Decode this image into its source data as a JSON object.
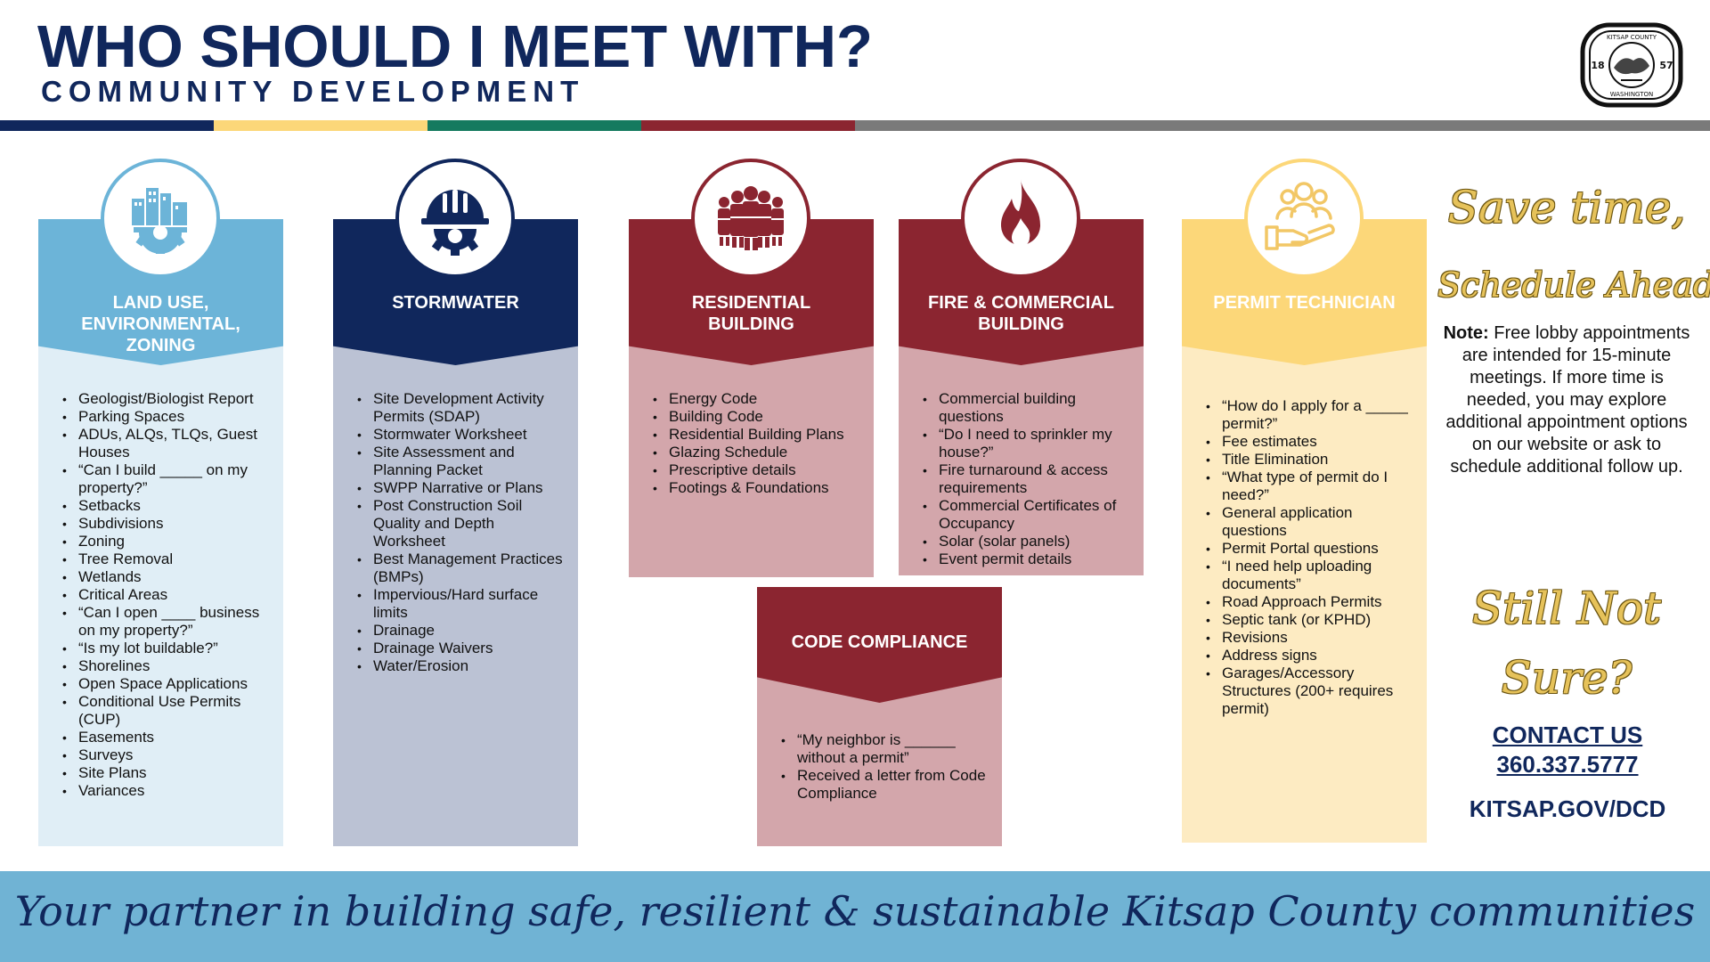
{
  "header": {
    "title": "WHO SHOULD I MEET WITH?",
    "subtitle": "COMMUNITY DEVELOPMENT",
    "seal": {
      "top_text": "KITSAP COUNTY",
      "bottom_text": "WASHINGTON",
      "year_left": "18",
      "year_right": "57"
    }
  },
  "stripe_colors": [
    "#10275c",
    "#fcd779",
    "#157a5f",
    "#8b2530",
    "#7a7a7a"
  ],
  "columns": {
    "land_use": {
      "title": "LAND USE, ENVIRONMENTAL, ZONING",
      "icon": "city-gear-icon",
      "head_color": "#6cb4d8",
      "body_color": "#e0eef6",
      "items": [
        "Geologist/Biologist Report",
        "Parking Spaces",
        "ADUs, ALQs, TLQs, Guest Houses",
        "“Can I build _____ on my property?”",
        "Setbacks",
        "Subdivisions",
        "Zoning",
        "Tree Removal",
        "Wetlands",
        "Critical Areas",
        "“Can I open ____ business on my property?”",
        "“Is my lot buildable?”",
        "Shorelines",
        "Open Space Applications",
        "Conditional Use Permits (CUP)",
        "Easements",
        "Surveys",
        "Site Plans",
        "Variances"
      ]
    },
    "stormwater": {
      "title": "STORMWATER",
      "icon": "hardhat-gear-icon",
      "head_color": "#10275c",
      "body_color": "#bbc2d4",
      "items": [
        "Site Development Activity Permits (SDAP)",
        "Stormwater Worksheet",
        "Site Assessment and Planning Packet",
        "SWPP Narrative or Plans",
        "Post Construction Soil Quality and Depth Worksheet",
        "Best Management Practices (BMPs)",
        "Impervious/Hard surface limits",
        "Drainage",
        "Drainage Waivers",
        "Water/Erosion"
      ]
    },
    "residential": {
      "title": "RESIDENTIAL BUILDING",
      "icon": "construction-workers-icon",
      "head_color": "#8b2530",
      "body_color": "#d3a6ab",
      "items": [
        "Energy Code",
        "Building Code",
        "Residential Building Plans",
        "Glazing Schedule",
        "Prescriptive details",
        "Footings & Foundations"
      ]
    },
    "fire": {
      "title": "FIRE & COMMERCIAL BUILDING",
      "icon": "flame-icon",
      "head_color": "#8b2530",
      "body_color": "#d3a6ab",
      "items": [
        "Commercial building questions",
        "“Do I need to sprinkler my house?”",
        "Fire turnaround & access requirements",
        "Commercial Certificates of Occupancy",
        "Solar (solar panels)",
        "Event permit details"
      ]
    },
    "code": {
      "title": "CODE COMPLIANCE",
      "head_color": "#8b2530",
      "body_color": "#d3a6ab",
      "items": [
        "“My neighbor is ______ without a permit”",
        "Received a letter from Code Compliance"
      ]
    },
    "permit_tech": {
      "title": "PERMIT TECHNICIAN",
      "icon": "people-hand-icon",
      "head_color": "#fcd779",
      "body_color": "#fdebc2",
      "items": [
        "“How do I apply for a _____ permit?”",
        "Fee estimates",
        "Title Elimination",
        "“What type of permit do I need?”",
        "General application questions",
        "Permit Portal questions",
        "“I need help uploading documents”",
        "Road Approach Permits",
        "Septic tank (or KPHD)",
        "Revisions",
        "Address signs",
        "Garages/Accessory Structures (200+ requires permit)"
      ]
    }
  },
  "sidebar": {
    "save_line1": "Save time,",
    "save_line2": "Schedule Ahead!",
    "note_label": "Note:",
    "note_text": " Free lobby appointments are intended for 15-minute meetings. If more time is needed, you may explore additional appointment options on our website or ask to schedule additional follow up.",
    "still_line1": "Still Not",
    "still_line2": "Sure?",
    "contact_label": "CONTACT US",
    "phone": "360.337.5777",
    "website": "KITSAP.GOV/DCD"
  },
  "footer": {
    "tagline": "Your partner in building safe, resilient & sustainable Kitsap County communities"
  }
}
